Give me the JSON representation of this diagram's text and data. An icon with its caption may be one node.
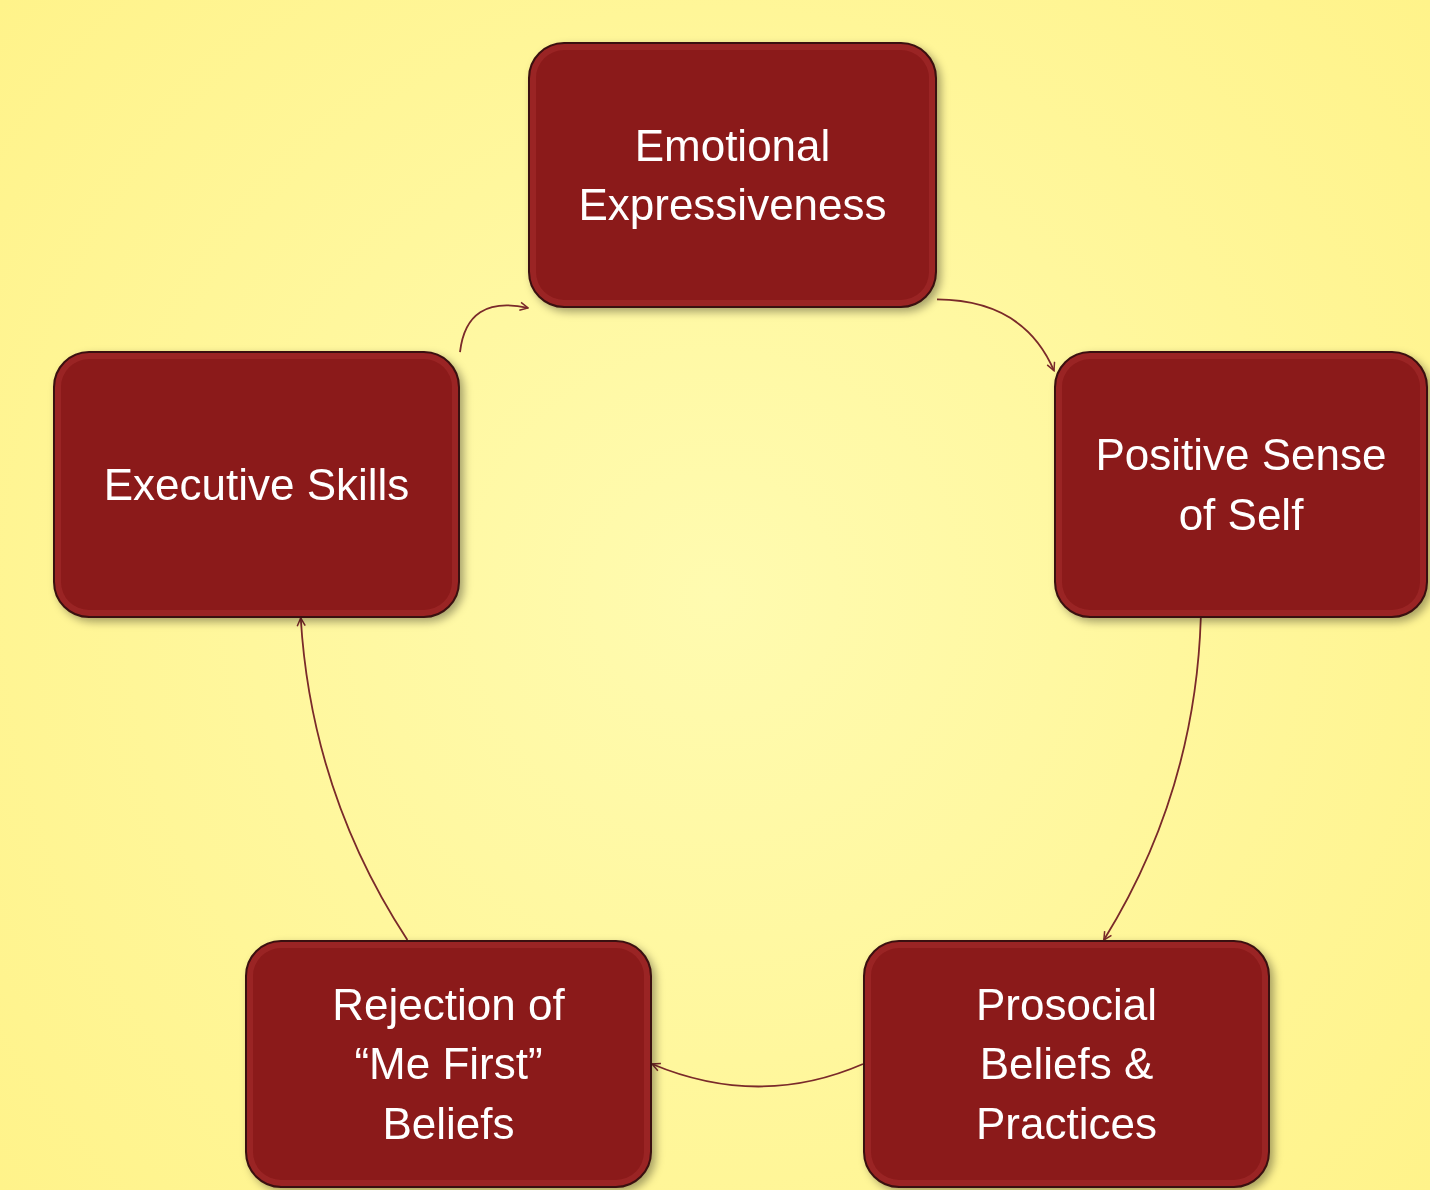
{
  "diagram": {
    "nodes": [
      {
        "text": [
          "Emotional Expressiveness"
        ]
      },
      {
        "text": [
          "Positive Sense of Self"
        ]
      },
      {
        "text": [
          "Prosocial Beliefs & Practices"
        ]
      },
      {
        "text": [
          "Rejection of “Me First” Beliefs"
        ]
      },
      {
        "text": [
          "Executive Skills"
        ]
      }
    ],
    "edges": [
      {
        "from": 0,
        "to": 1,
        "arrow": "to"
      },
      {
        "from": 1,
        "to": 2,
        "arrow": "to"
      },
      {
        "from": 2,
        "to": 3,
        "arrow": "to"
      },
      {
        "from": 3,
        "to": 4,
        "arrow": "to"
      },
      {
        "from": 4,
        "to": 0,
        "arrow": "to"
      }
    ]
  }
}
